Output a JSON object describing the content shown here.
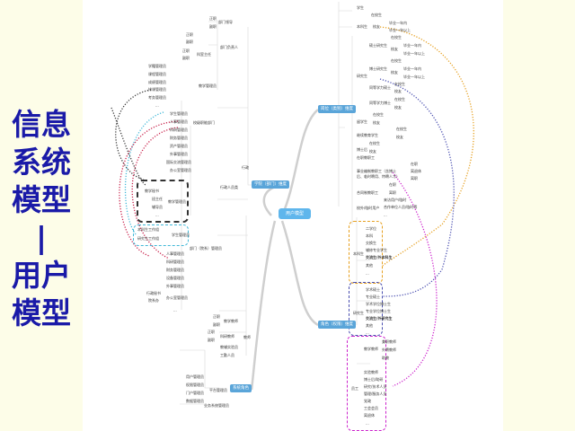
{
  "slide_title": [
    "信息",
    "系统",
    "模型",
    "|",
    "用户",
    "模型"
  ],
  "center_node": "用户模型",
  "branches": {
    "org": {
      "label": "学院（部门）维度",
      "group": "行政",
      "sub": "行政人员类",
      "items": {
        "top": [
          {
            "label": "部门领导",
            "children": [
              "正职",
              "副职"
            ]
          },
          {
            "label": "部门负责人",
            "children": [
              "正职",
              "副职"
            ]
          },
          {
            "label": "科室主任",
            "children": [
              "正职",
              "副职"
            ]
          }
        ],
        "manage_top": {
          "label": "教学管理员",
          "children": [
            "学籍管理员",
            "课程管理员",
            "成绩管理员",
            "排课管理员",
            "考务管理员",
            "..."
          ]
        },
        "dept_manage": {
          "label": "校级职能部门",
          "children": [
            "学生管理员",
            "人事管理员",
            "科研管理员",
            "财务管理员",
            "资产管理员",
            "外事管理员",
            "国际交流管理员",
            "办公室管理员"
          ]
        },
        "black_group": {
          "label": "教学管理员",
          "children": [
            "教学秘书",
            "班主任",
            "辅导员",
            "..."
          ]
        },
        "cyan_group": {
          "label": "学生管理员",
          "children": [
            "本科生工作组",
            "研究生工作组"
          ]
        },
        "college_manage": {
          "label": "部门（院系）管理员",
          "children": [
            "人事管理员",
            "科研管理员",
            "财务管理员",
            "设备管理员",
            "外事管理员",
            "办公室管理员",
            "..."
          ]
        },
        "college_side": [
          "行政秘书",
          "院系办"
        ]
      },
      "teachers": {
        "label": "教师",
        "children": [
          {
            "label": "教学教师",
            "children": [
              "正职",
              "副职"
            ]
          },
          {
            "label": "科研教师",
            "children": [
              "正职",
              "副职"
            ]
          },
          {
            "label": "教辅实验员"
          },
          {
            "label": "工勤人员"
          }
        ]
      }
    },
    "people": {
      "label": "岗位（类别）维度",
      "items": [
        {
          "label": "学生",
          "children": []
        },
        {
          "label": "本科生",
          "children": [
            "在校生",
            {
              "label": "校友",
              "children": [
                "毕业一年内",
                "毕业一年以上"
              ]
            }
          ]
        },
        {
          "label": "研究生",
          "children": [
            {
              "label": "硕士研究生",
              "children": [
                "在校生",
                {
                  "label": "校友",
                  "children": [
                    "毕业一年内",
                    "毕业一年以上"
                  ]
                }
              ]
            },
            {
              "label": "博士研究生",
              "children": [
                "在校生",
                {
                  "label": "校友",
                  "children": [
                    "毕业一年内",
                    "毕业一年以上"
                  ]
                }
              ]
            },
            {
              "label": "同等学力硕士",
              "children": [
                "在校生",
                "校友"
              ]
            },
            {
              "label": "同等学力博士",
              "children": [
                "在校生",
                "校友"
              ]
            }
          ]
        },
        {
          "label": "留学生",
          "children": [
            "在校生",
            "校友"
          ]
        },
        {
          "label": "继续教育学生",
          "children": [
            "在校生",
            "校友"
          ]
        },
        {
          "label": "博士后",
          "children": [
            "在校生",
            "校友"
          ]
        },
        {
          "label": "在职教职工"
        },
        {
          "label": "事业编制教职工（含博士后、临时聘用、特聘人才）",
          "children": [
            "在职",
            "离退休",
            "离职"
          ]
        },
        {
          "label": "合同制教职工",
          "children": [
            "在职",
            "离职"
          ]
        },
        {
          "label": "校外/临时用户",
          "children": [
            "来访用户/临时",
            "合作单位人员/临时等",
            "..."
          ]
        }
      ]
    },
    "roles": {
      "label": "角色（权限）维度",
      "orange_group": {
        "label": "本科生",
        "children": [
          "二学位",
          "本科",
          "交换生",
          "辅修专业学生",
          "交流生/外本科生",
          "其他",
          "..."
        ]
      },
      "blue_group": {
        "label": "研究生",
        "children": [
          "学术硕士",
          "专业硕士",
          "学术学位博士生",
          "专业学位博士生",
          "交流生/外研究生",
          "其他",
          "..."
        ]
      },
      "magenta_group": {
        "label": "员工",
        "children": [
          {
            "label": "教学教师",
            "children": [
              "兼职教师",
              "外聘教师",
              "助教"
            ]
          },
          "实验教师",
          "博士后/助研",
          "研究/技术人员",
          "管理/服务人员",
          "党政",
          "工会会员",
          "离退休",
          "..."
        ]
      }
    },
    "platform": {
      "label": "系统角色",
      "sub": "平台管理员",
      "children": [
        "用户管理员",
        "权限管理员",
        "门户管理员",
        "数据管理员",
        "业务系统管理员"
      ]
    }
  },
  "colors": {
    "title": "#1a1aa8",
    "hub": "#5aa5d9",
    "center": "#5fb6ec",
    "orange": "#e6a020",
    "blue": "#4a4fb0",
    "magenta": "#cc22cc",
    "cyan": "#40b8d8",
    "black": "#333333",
    "crimson": "#c8204a",
    "background": "#fdfde8"
  }
}
